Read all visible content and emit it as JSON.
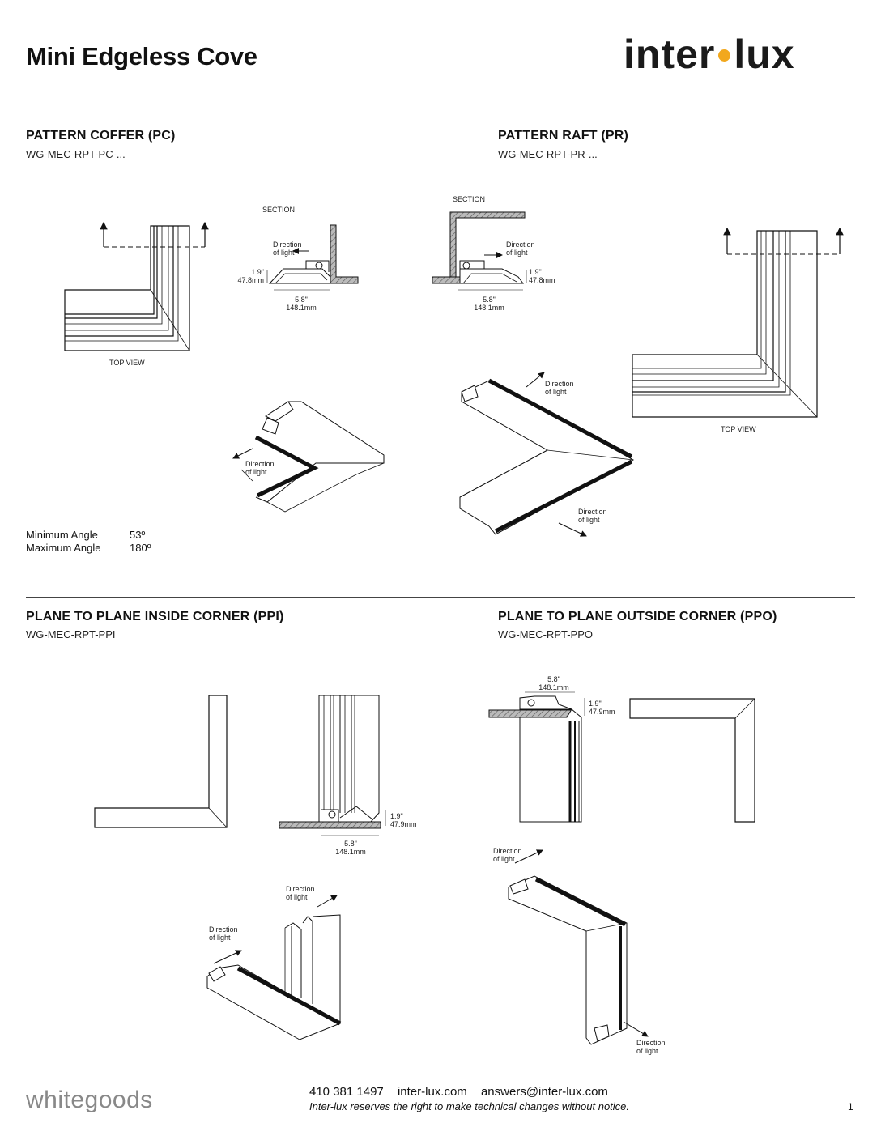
{
  "header": {
    "title": "Mini Edgeless Cove",
    "logo_left": "inter",
    "logo_right": "lux",
    "logo_dot_color": "#f2a81d"
  },
  "sections": {
    "pc": {
      "title": "PATTERN COFFER (PC)",
      "code": "WG-MEC-RPT-PC-..."
    },
    "pr": {
      "title": "PATTERN RAFT (PR)",
      "code": "WG-MEC-RPT-PR-..."
    },
    "ppi": {
      "title": "PLANE TO PLANE INSIDE CORNER (PPI)",
      "code": "WG-MEC-RPT-PPI"
    },
    "ppo": {
      "title": "PLANE TO PLANE OUTSIDE CORNER (PPO)",
      "code": "WG-MEC-RPT-PPO"
    }
  },
  "labels": {
    "section": "SECTION",
    "top_view": "TOP VIEW",
    "direction": "Direction",
    "of_light": "of light",
    "height_in": "1.9\"",
    "height_mm_a": "47.8mm",
    "height_mm_b": "47.9mm",
    "width_in": "5.8\"",
    "width_mm": "148.1mm"
  },
  "angles": {
    "min_label": "Minimum Angle",
    "min_value": "53º",
    "max_label": "Maximum Angle",
    "max_value": "180º"
  },
  "footer": {
    "brand": "whitegoods",
    "phone": "410 381 1497",
    "website": "inter-lux.com",
    "email": "answers@inter-lux.com",
    "disclaimer": "Inter-lux reserves the right to make technical changes without notice.",
    "page": "1"
  }
}
